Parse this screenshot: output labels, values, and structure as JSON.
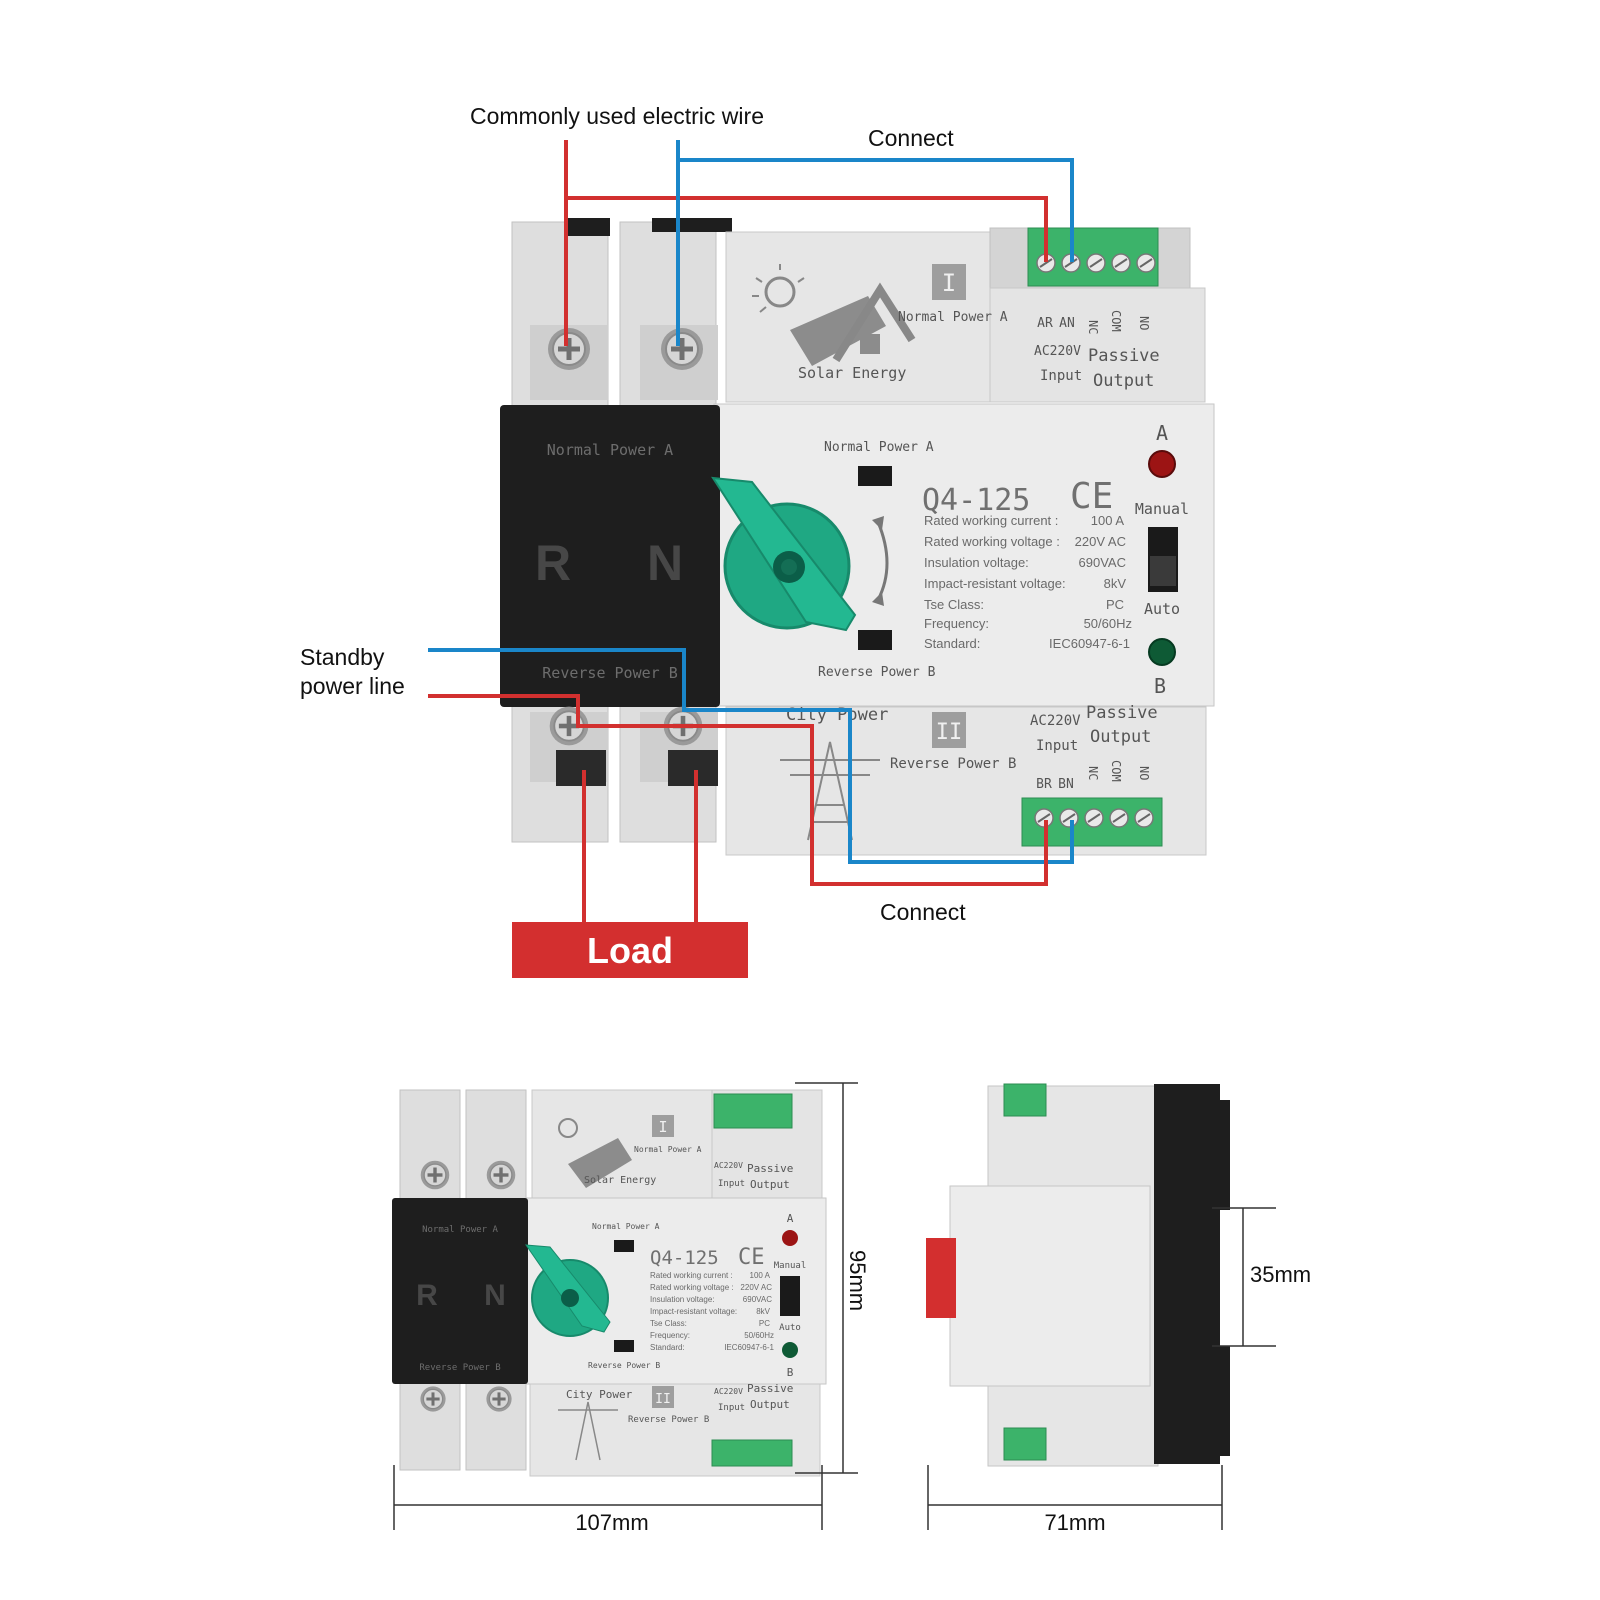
{
  "colors": {
    "live_wire": "#d2302f",
    "neutral_wire": "#1a86c9",
    "terminal_green": "#3cb36a",
    "knob_green": "#1fa883",
    "body_gray": "#e3e3e3",
    "cover_black": "#1e1e1e",
    "led_a": "#9c1414",
    "led_b": "#0e5a35",
    "load_box": "#d32f2f"
  },
  "callouts": {
    "wire_top": "Commonly used electric wire",
    "connect_top": "Connect",
    "standby_line1": "Standby",
    "standby_line2": "power line",
    "connect_bottom": "Connect",
    "load": "Load"
  },
  "device": {
    "section_one_numeral": "I",
    "section_two_numeral": "II",
    "normal_power_a": "Normal Power A",
    "reverse_power_b": "Reverse Power B",
    "solar_energy": "Solar Energy",
    "city_power": "City Power",
    "terminal_ar": "AR",
    "terminal_an": "AN",
    "terminal_br": "BR",
    "terminal_bn": "BN",
    "terminal_nc": "NC",
    "terminal_com": "COM",
    "terminal_no": "NO",
    "ac220v": "AC220V",
    "input": "Input",
    "passive": "Passive",
    "output": "Output",
    "cover_r": "R",
    "cover_n": "N",
    "model": "Q4-125",
    "ce_mark": "CE",
    "led_a_label": "A",
    "led_b_label": "B",
    "manual": "Manual",
    "auto": "Auto",
    "specs": [
      {
        "label": "Rated working current :",
        "value": "100 A"
      },
      {
        "label": "Rated working voltage :",
        "value": "220V AC"
      },
      {
        "label": "Insulation voltage:",
        "value": "690VAC"
      },
      {
        "label": "Impact-resistant voltage:",
        "value": "8kV"
      },
      {
        "label": "Tse Class:",
        "value": "PC"
      },
      {
        "label": "Frequency:",
        "value": "50/60Hz"
      },
      {
        "label": "Standard:",
        "value": "IEC60947-6-1"
      }
    ]
  },
  "dimensions": {
    "width": "107mm",
    "height": "95mm",
    "depth": "71mm",
    "rail": "35mm"
  }
}
